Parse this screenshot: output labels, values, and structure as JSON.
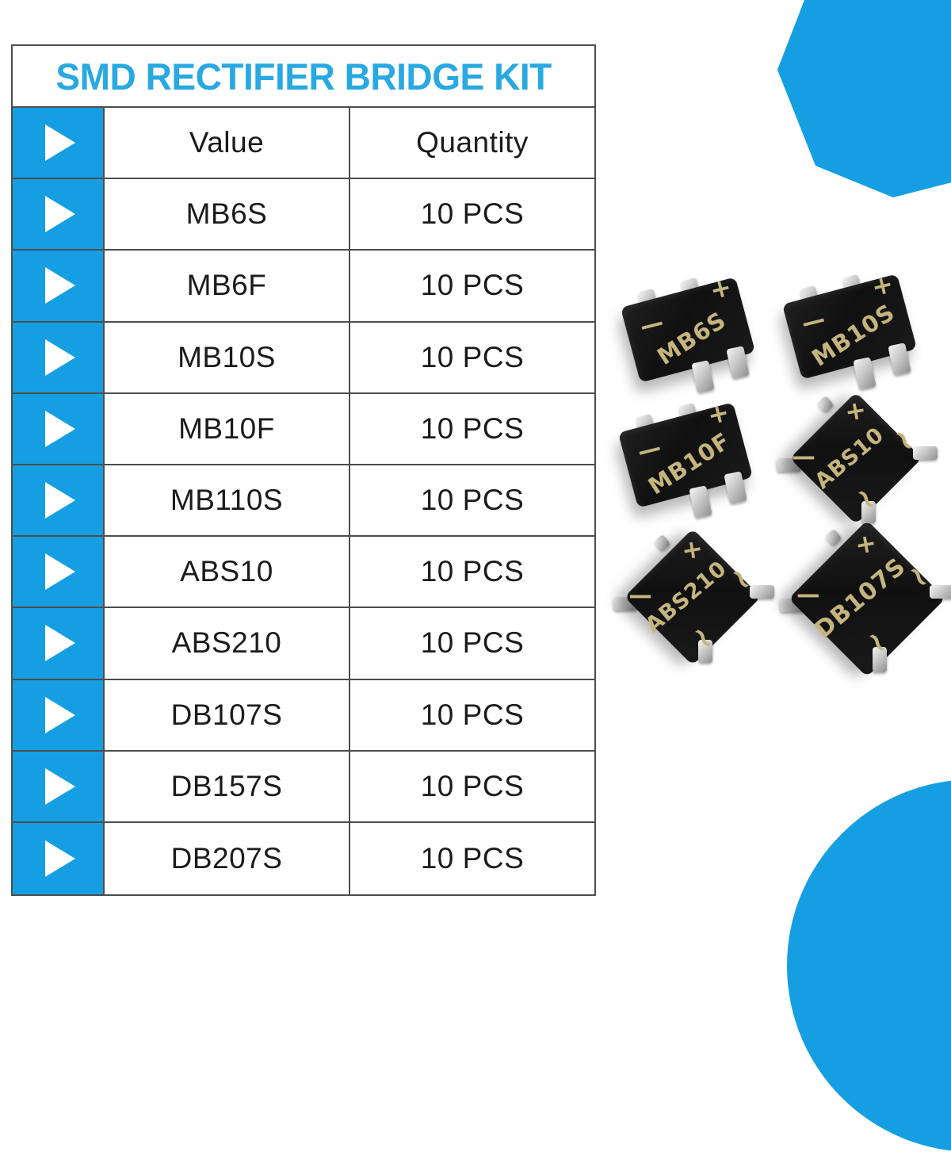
{
  "title_panel": {
    "title": "SMD RECTIFIER BRIDGE KIT",
    "title_color": "#29A9E2"
  },
  "table": {
    "columns": {
      "value": "Value",
      "quantity": "Quantity"
    },
    "marker_icon": "play-arrow-icon",
    "rows": [
      {
        "value": "MB6S",
        "quantity": "10 PCS"
      },
      {
        "value": "MB6F",
        "quantity": "10 PCS"
      },
      {
        "value": "MB10S",
        "quantity": "10 PCS"
      },
      {
        "value": "MB10F",
        "quantity": "10 PCS"
      },
      {
        "value": "MB110S",
        "quantity": "10 PCS"
      },
      {
        "value": "ABS10",
        "quantity": "10 PCS"
      },
      {
        "value": "ABS210",
        "quantity": "10 PCS"
      },
      {
        "value": "DB107S",
        "quantity": "10 PCS"
      },
      {
        "value": "DB157S",
        "quantity": "10 PCS"
      },
      {
        "value": "DB207S",
        "quantity": "10 PCS"
      }
    ]
  },
  "marks": {
    "plus": "+",
    "minus": "−",
    "ac": "~"
  },
  "components": [
    {
      "label": "MB6S",
      "package": "sop-4"
    },
    {
      "label": "MB10S",
      "package": "sop-4"
    },
    {
      "label": "MB10F",
      "package": "sop-4"
    },
    {
      "label": "ABS10",
      "package": "abs"
    },
    {
      "label": "ABS210",
      "package": "abs"
    },
    {
      "label": "DB107S",
      "package": "dbs"
    }
  ],
  "colors": {
    "accent_blue": "#159FE2",
    "title_blue": "#29A9E2",
    "border_gray": "#4D4D4D",
    "text_dark": "#1B1B1B",
    "chip_black": "#141414",
    "chip_marking": "#C6B47E",
    "leg_silver": "#D8D8D8"
  }
}
